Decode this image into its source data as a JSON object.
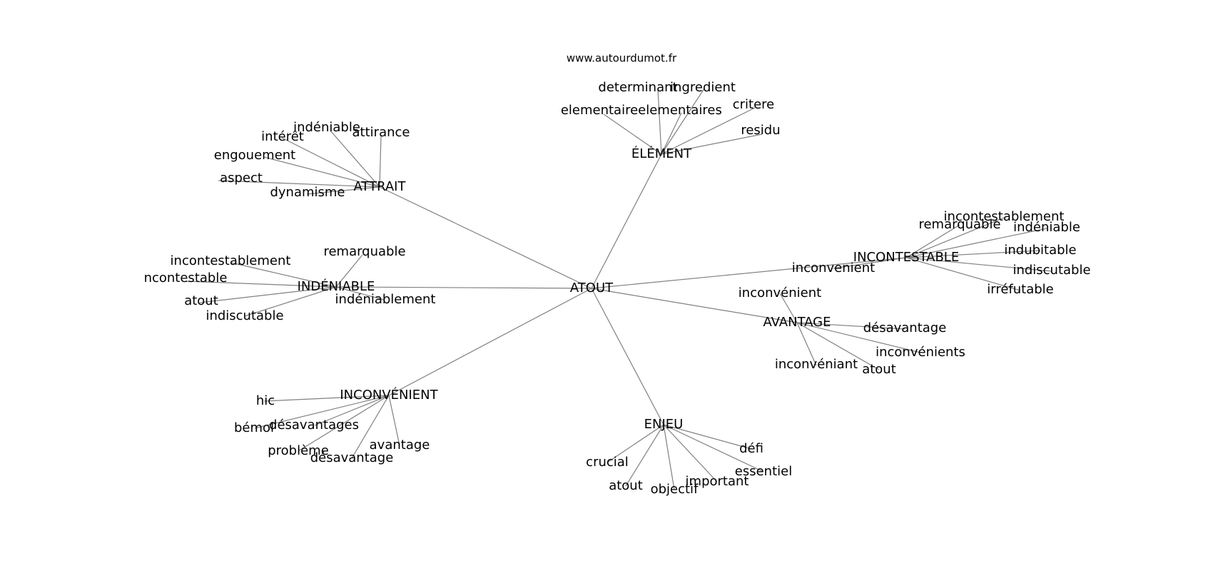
{
  "site": "www.autourdumot.fr",
  "colors": {
    "edge": "#808080",
    "text": "#000000",
    "background": "#ffffff"
  },
  "root": "ATOUT",
  "clusters": [
    {
      "label": "ÉLÉMENT",
      "words": [
        "determinant",
        "ingredient",
        "elementaire",
        "elementaires",
        "critere",
        "residu"
      ]
    },
    {
      "label": "ATTRAIT",
      "words": [
        "indéniable",
        "intérêt",
        "attirance",
        "engouement",
        "aspect",
        "dynamisme"
      ]
    },
    {
      "label": "INDÉNIABLE",
      "words": [
        "remarquable",
        "incontestablement",
        "ncontestable",
        "atout",
        "indéniablement",
        "indiscutable"
      ]
    },
    {
      "label": "INCONTESTABLE",
      "words": [
        "incontestablement",
        "remarquable",
        "indéniable",
        "indubitable",
        "indiscutable",
        "irréfutable",
        "inconvenient"
      ]
    },
    {
      "label": "AVANTAGE",
      "words": [
        "inconvénient",
        "désavantage",
        "inconvénients",
        "inconvéniant",
        "atout"
      ]
    },
    {
      "label": "INCONVÉNIENT",
      "words": [
        "hic",
        "bémol",
        "désavantages",
        "problème",
        "avantage",
        "désavantage"
      ]
    },
    {
      "label": "ENJEU",
      "words": [
        "défi",
        "crucial",
        "essentiel",
        "important",
        "atout",
        "objectif"
      ]
    }
  ]
}
